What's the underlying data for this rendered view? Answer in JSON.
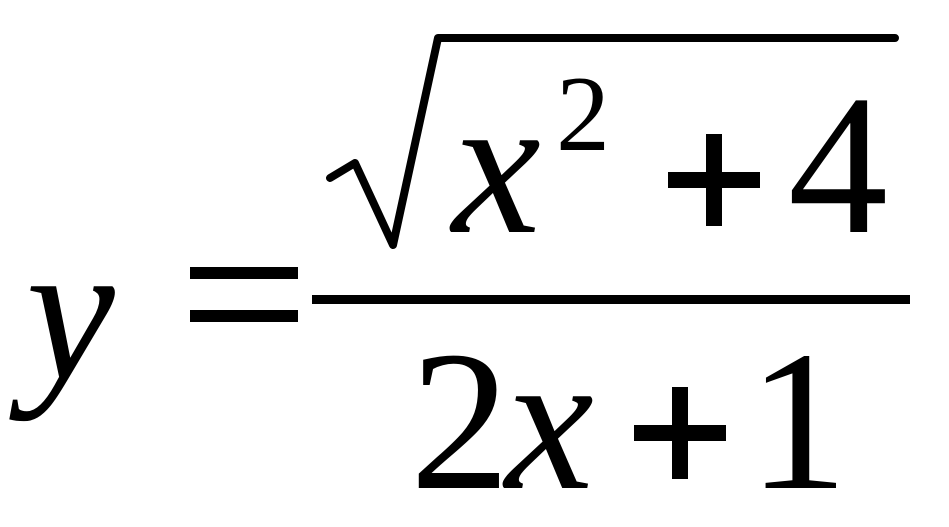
{
  "formula": {
    "lhs_variable": "y",
    "equals_sign": "=",
    "numerator": {
      "base_variable": "x",
      "exponent": "2",
      "operator": "+",
      "constant": "4"
    },
    "denominator": {
      "coefficient": "2",
      "variable": "x",
      "operator": "+",
      "constant": "1"
    }
  },
  "colors": {
    "ink": "#000000",
    "background": "#ffffff"
  }
}
